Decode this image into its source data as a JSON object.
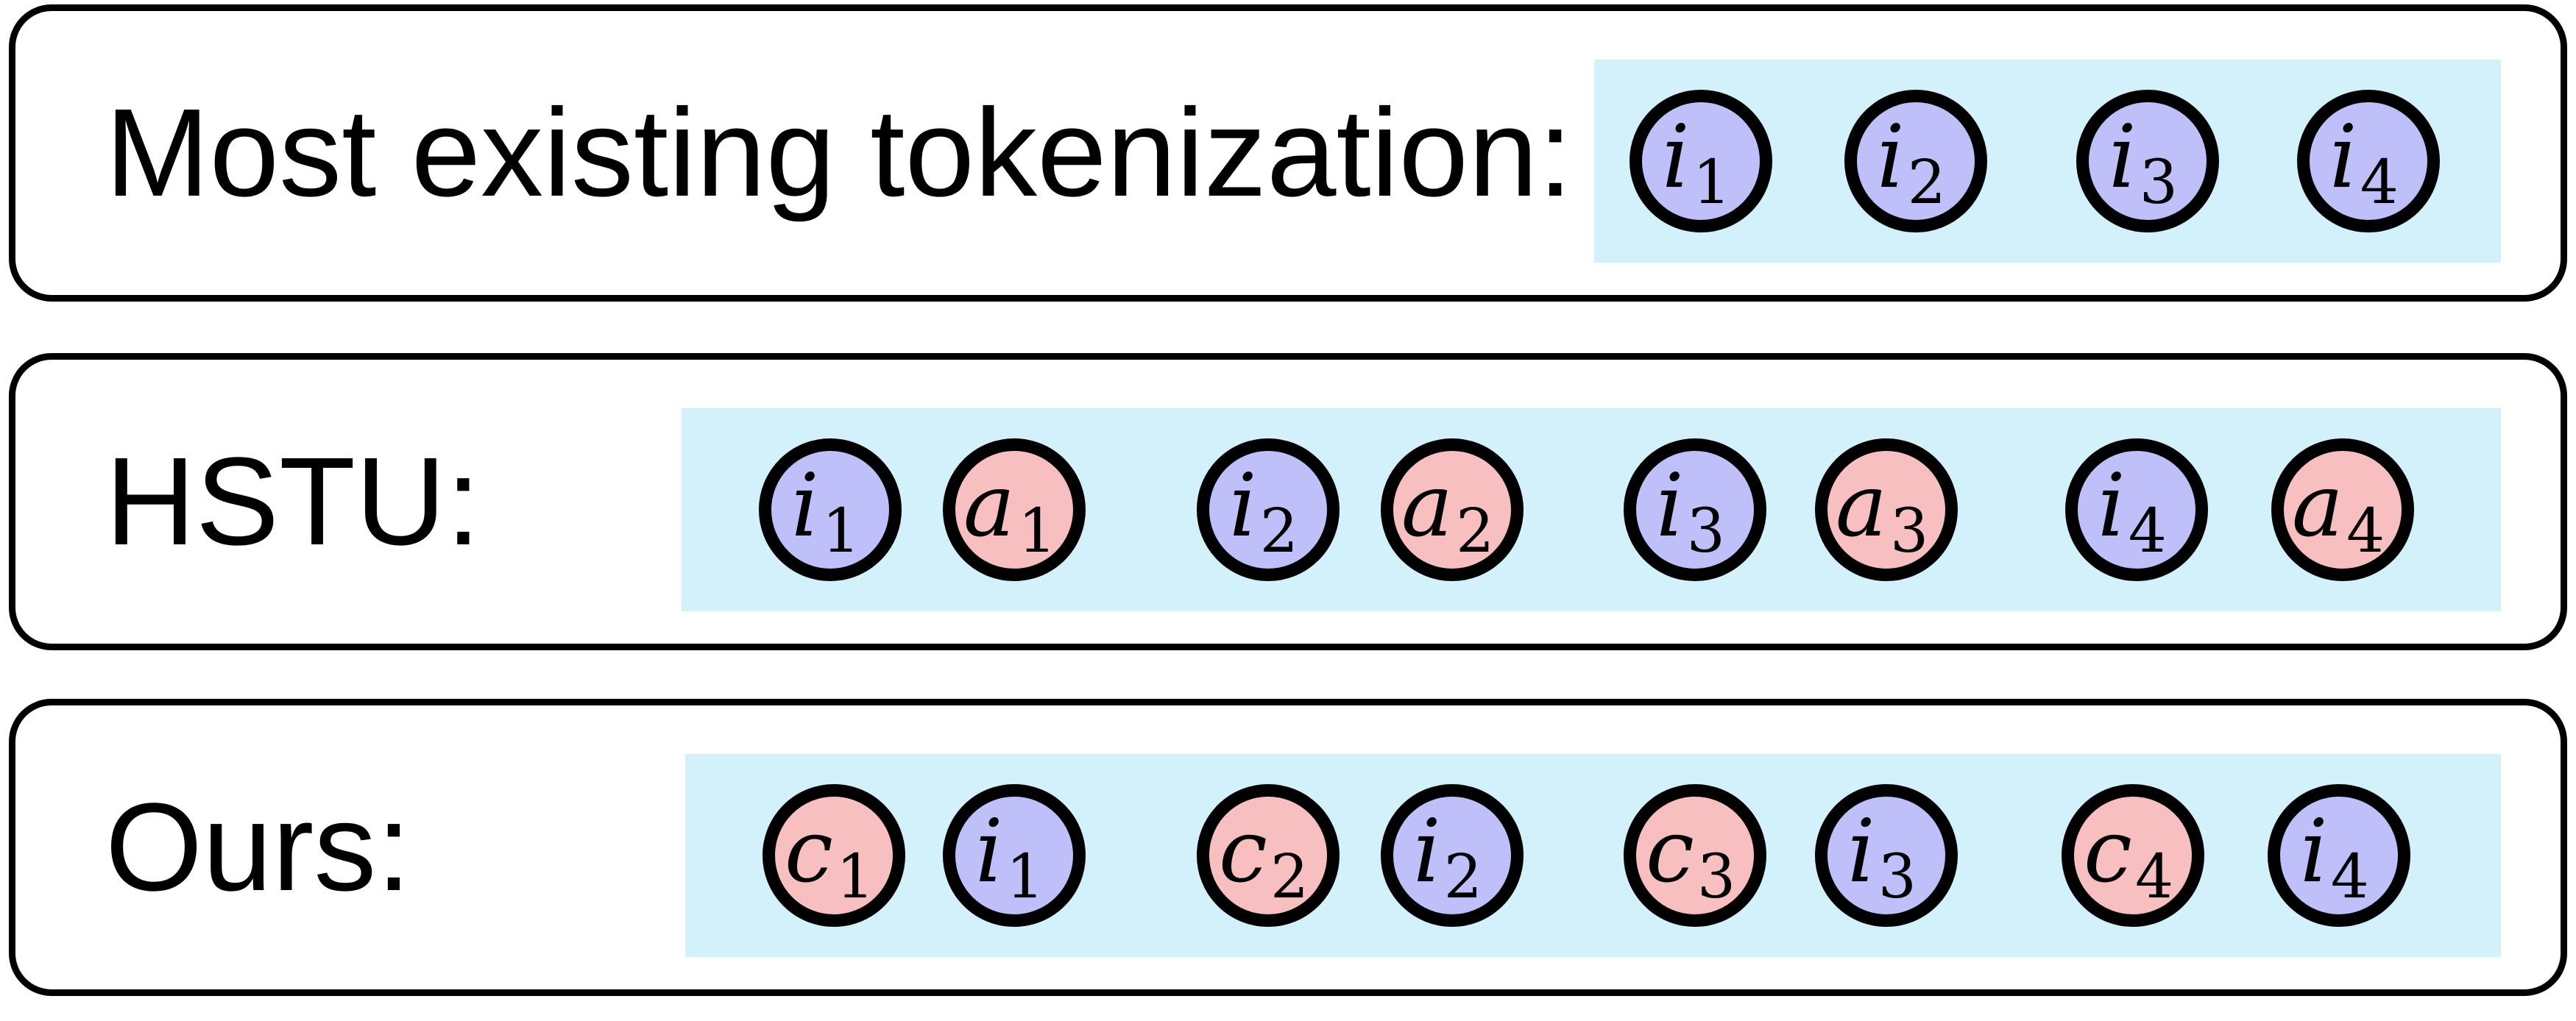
{
  "colors": {
    "item": "#bfbff9",
    "action": "#f7bfbf",
    "strip": "#d3f1fb",
    "border": "#000000"
  },
  "rows": [
    {
      "label": "Most existing tokenization:",
      "tokens": [
        {
          "symbol": "i",
          "sub": "1",
          "kind": "item"
        },
        {
          "symbol": "i",
          "sub": "2",
          "kind": "item"
        },
        {
          "symbol": "i",
          "sub": "3",
          "kind": "item"
        },
        {
          "symbol": "i",
          "sub": "4",
          "kind": "item"
        }
      ]
    },
    {
      "label": "HSTU:",
      "tokens": [
        {
          "symbol": "i",
          "sub": "1",
          "kind": "item"
        },
        {
          "symbol": "a",
          "sub": "1",
          "kind": "action"
        },
        {
          "symbol": "i",
          "sub": "2",
          "kind": "item"
        },
        {
          "symbol": "a",
          "sub": "2",
          "kind": "action"
        },
        {
          "symbol": "i",
          "sub": "3",
          "kind": "item"
        },
        {
          "symbol": "a",
          "sub": "3",
          "kind": "action"
        },
        {
          "symbol": "i",
          "sub": "4",
          "kind": "item"
        },
        {
          "symbol": "a",
          "sub": "4",
          "kind": "action"
        }
      ]
    },
    {
      "label": "Ours:",
      "tokens": [
        {
          "symbol": "c",
          "sub": "1",
          "kind": "action"
        },
        {
          "symbol": "i",
          "sub": "1",
          "kind": "item"
        },
        {
          "symbol": "c",
          "sub": "2",
          "kind": "action"
        },
        {
          "symbol": "i",
          "sub": "2",
          "kind": "item"
        },
        {
          "symbol": "c",
          "sub": "3",
          "kind": "action"
        },
        {
          "symbol": "i",
          "sub": "3",
          "kind": "item"
        },
        {
          "symbol": "c",
          "sub": "4",
          "kind": "action"
        },
        {
          "symbol": "i",
          "sub": "4",
          "kind": "item"
        }
      ]
    }
  ]
}
